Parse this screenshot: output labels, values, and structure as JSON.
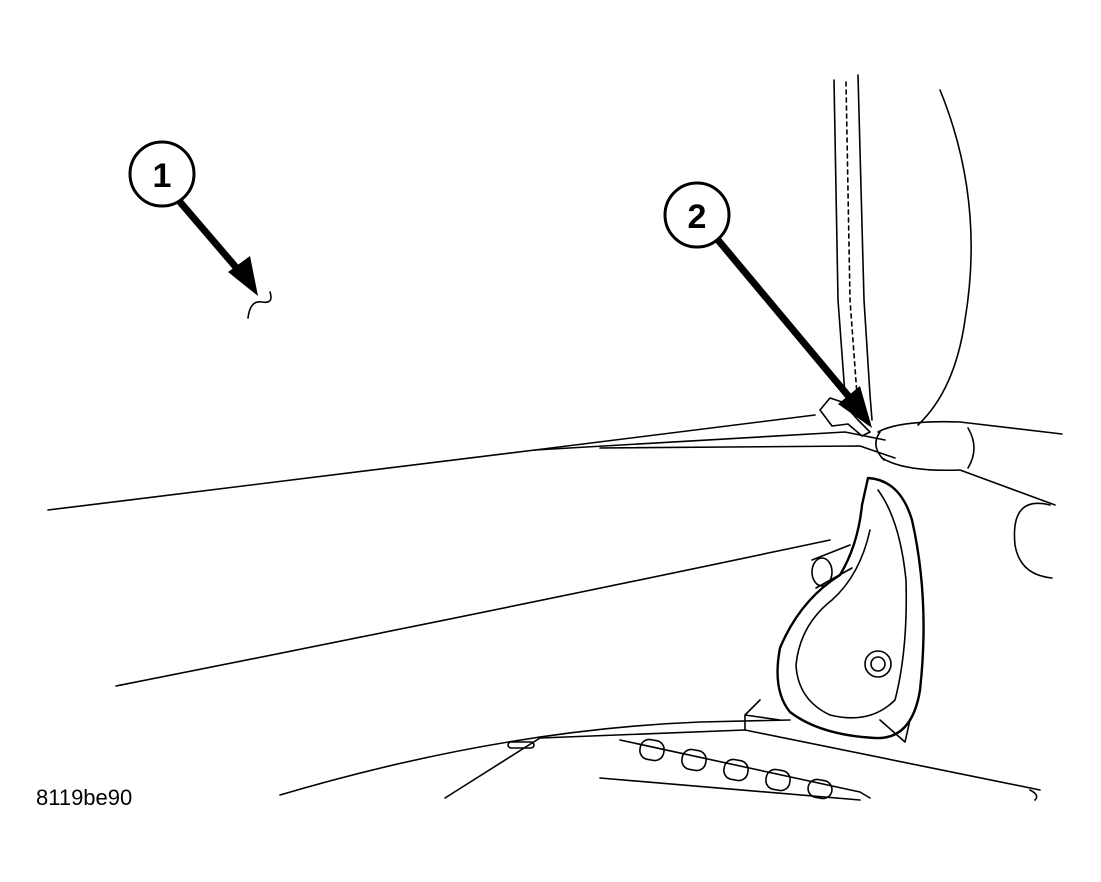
{
  "callouts": [
    {
      "id": "callout-1",
      "label": "1"
    },
    {
      "id": "callout-2",
      "label": "2"
    }
  ],
  "figure_id": "8119be90"
}
